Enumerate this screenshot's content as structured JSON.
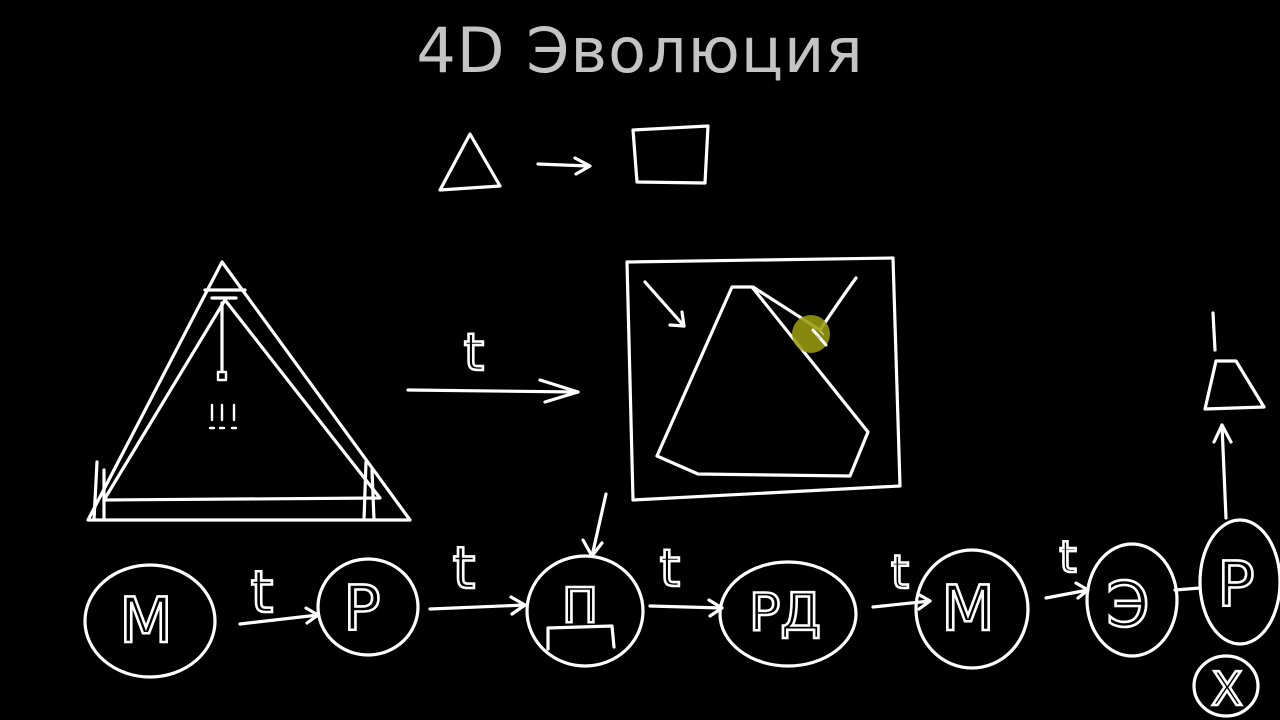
{
  "title": "4D Эволюция",
  "colors": {
    "background": "#000000",
    "ink": "#ffffff",
    "title": "#c4c4c4",
    "cursor": "#9a9a10"
  },
  "evolution_arrow_label": "t",
  "timeline": {
    "nodes": [
      {
        "label": "M"
      },
      {
        "label": "P"
      },
      {
        "label": "П"
      },
      {
        "label": "РД"
      },
      {
        "label": "M"
      },
      {
        "label": "Э"
      },
      {
        "label": "P"
      }
    ],
    "edge_labels": [
      "t",
      "t",
      "t",
      "t",
      "t"
    ],
    "extra_node_label": "X"
  }
}
